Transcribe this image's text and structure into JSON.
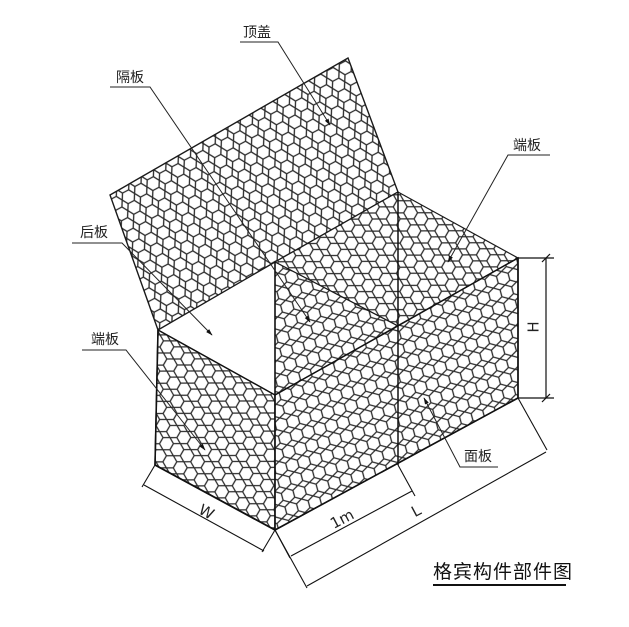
{
  "title": "格宾构件部件图",
  "labels": {
    "top_cover": "顶盖",
    "diaphragm": "隔板",
    "end_panel_right": "端板",
    "back_panel": "后板",
    "end_panel_left": "端板",
    "front_panel": "面板"
  },
  "dimensions": {
    "height": "H",
    "width": "W",
    "unit_length": "1m",
    "length": "L"
  },
  "colors": {
    "line": "#1a1a1a",
    "mesh": "#2a2a2a",
    "background": "#ffffff"
  }
}
